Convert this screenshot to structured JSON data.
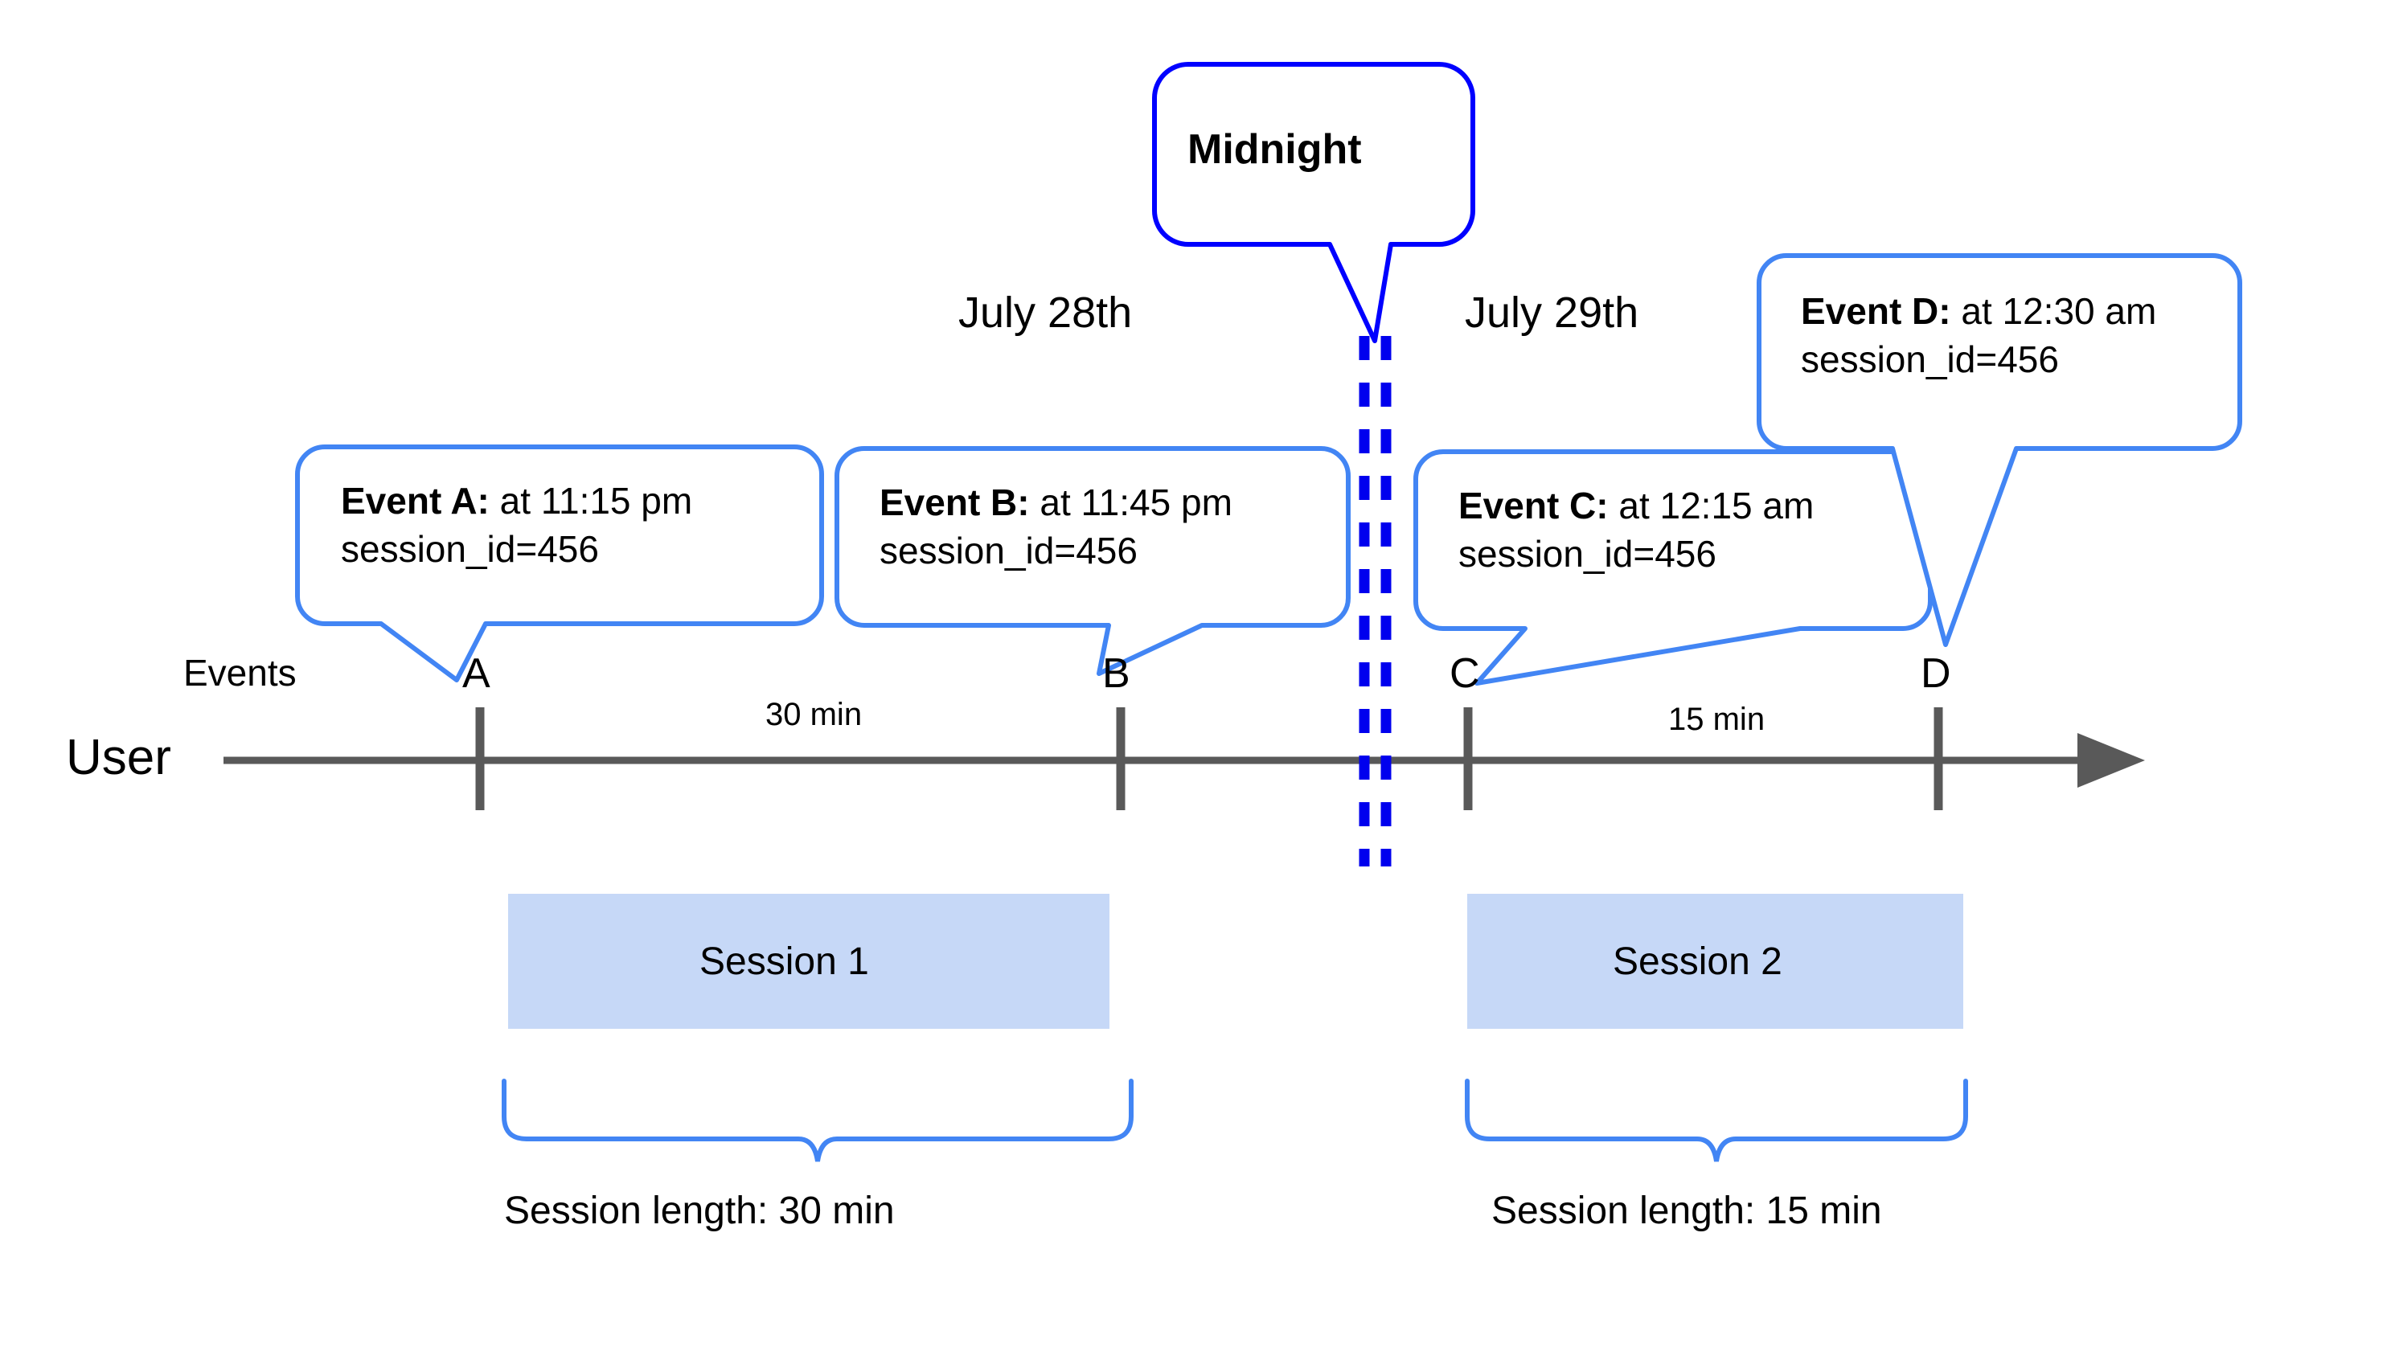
{
  "diagram": {
    "title_callout": {
      "label": "Midnight"
    },
    "date_labels": [
      {
        "name": "july-28",
        "label": "July 28th"
      },
      {
        "name": "july-29",
        "label": "July 29th"
      }
    ],
    "row_labels": {
      "user": "User",
      "events": "Events"
    },
    "events": [
      {
        "key": "A",
        "tick_label": "A",
        "bold": "Event A:",
        "rest": " at 11:15 pm",
        "line2": "session_id=456"
      },
      {
        "key": "B",
        "tick_label": "B",
        "bold": "Event B:",
        "rest": " at 11:45 pm",
        "line2": "session_id=456"
      },
      {
        "key": "C",
        "tick_label": "C",
        "bold": "Event C:",
        "rest": " at 12:15 am",
        "line2": "session_id=456"
      },
      {
        "key": "D",
        "tick_label": "D",
        "bold": "Event D:",
        "rest": " at 12:30 am",
        "line2": "session_id=456"
      }
    ],
    "durations": [
      {
        "name": "gap-a-b",
        "label": "30 min"
      },
      {
        "name": "gap-c-d",
        "label": "15 min"
      }
    ],
    "sessions": [
      {
        "name": "session-1",
        "label": "Session 1",
        "length_label": "Session length: 30 min"
      },
      {
        "name": "session-2",
        "label": "Session 2",
        "length_label": "Session length: 15 min"
      }
    ],
    "colors": {
      "callout_border": "#4285F4",
      "midnight_border": "#0000FF",
      "midnight_dashed": "#0000EE",
      "session_fill": "#C6D8F7",
      "axis_gray": "#595959",
      "brace": "#4285F4"
    }
  }
}
